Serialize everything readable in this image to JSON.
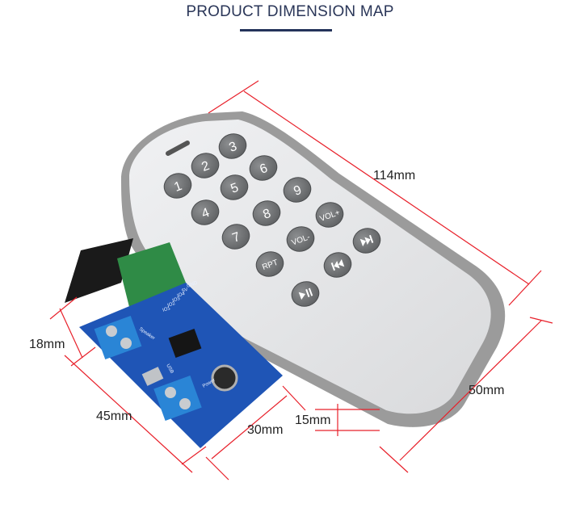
{
  "header": {
    "title": "PRODUCT DIMENSION MAP"
  },
  "remote": {
    "buttons": [
      {
        "label": "3"
      },
      {
        "label": "2"
      },
      {
        "label": "6"
      },
      {
        "label": "1"
      },
      {
        "label": "5"
      },
      {
        "label": "9"
      },
      {
        "label": "4"
      },
      {
        "label": "8"
      },
      {
        "label": "VOL+"
      },
      {
        "label": "7"
      },
      {
        "label": "VOL-"
      },
      {
        "label": "RPT"
      },
      {
        "label": "next-track-icon"
      },
      {
        "label": "prev-track-icon"
      },
      {
        "label": "play-pause-icon"
      }
    ]
  },
  "pcb": {
    "speaker_label": "Speaker",
    "power_label": "Power",
    "usb_label": "USB",
    "pins": [
      "GND",
      "5V",
      "IO4",
      "IO3",
      "IO2",
      "IO1"
    ]
  },
  "dimensions": {
    "remote_length": "114mm",
    "remote_width": "50mm",
    "remote_thickness": "15mm",
    "pcb_height": "18mm",
    "pcb_length": "45mm",
    "pcb_width": "30mm"
  },
  "colors": {
    "dimension_line": "#e8202a",
    "header_text": "#2a3658",
    "remote_body": "#9b9b9b",
    "remote_face": "#e7e8ea",
    "button": "#77797b",
    "pcb": "#1f55b6"
  }
}
